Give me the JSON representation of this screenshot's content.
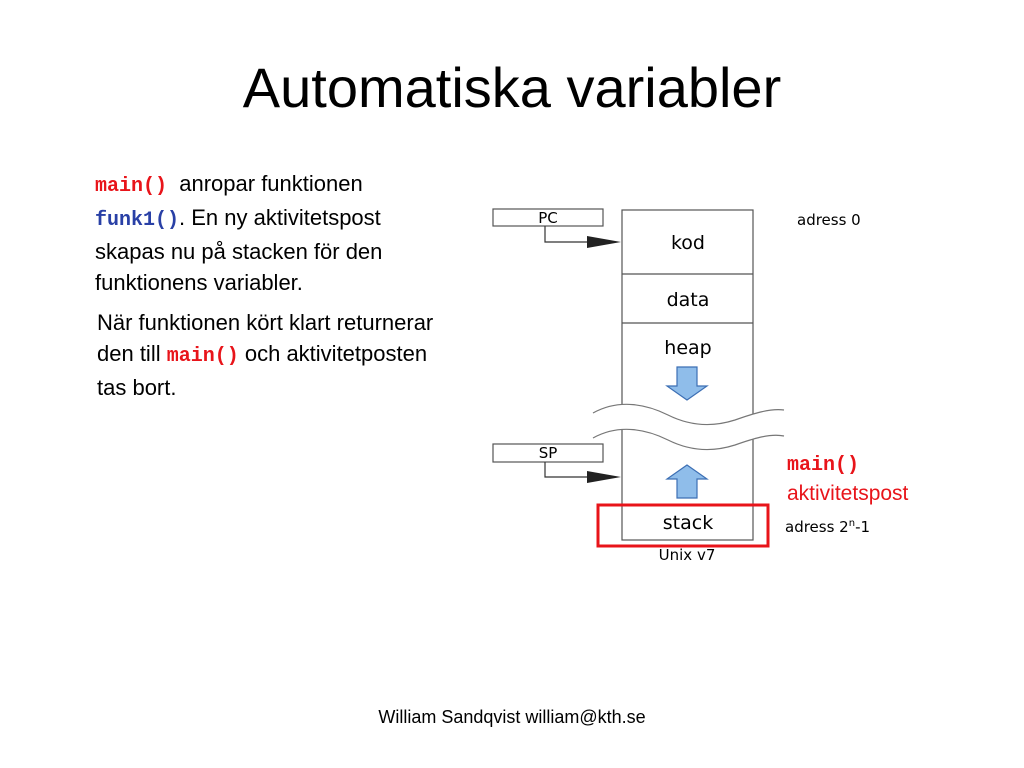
{
  "slide": {
    "title": "Automatiska variabler",
    "paragraph1": {
      "code_main": "main()",
      "text_a": "anropar funktionen",
      "code_funk1": "funk1()",
      "text_b": ". En ny aktivitetspost skapas nu på stacken för den funktionens variabler."
    },
    "paragraph2": {
      "text_a": "När funktionen kört klart returnerar den till",
      "code_main": "main()",
      "text_b": "och aktivitetposten tas bort."
    },
    "footer": "William Sandqvist  william@kth.se"
  },
  "diagram": {
    "pc_label": "PC",
    "sp_label": "SP",
    "segments": [
      "kod",
      "data",
      "heap",
      "stack"
    ],
    "address_top": "adress 0",
    "address_bottom_prefix": "adress 2",
    "address_bottom_sup": "n",
    "address_bottom_suffix": "-1",
    "caption": "Unix v7",
    "callout_code": "main()",
    "callout_text": "aktivitetspost"
  },
  "colors": {
    "highlight_red": "#e8141a",
    "code_blue": "#2940a6",
    "arrow_fill": "#8fbdea",
    "arrow_stroke": "#3c6fb4"
  }
}
